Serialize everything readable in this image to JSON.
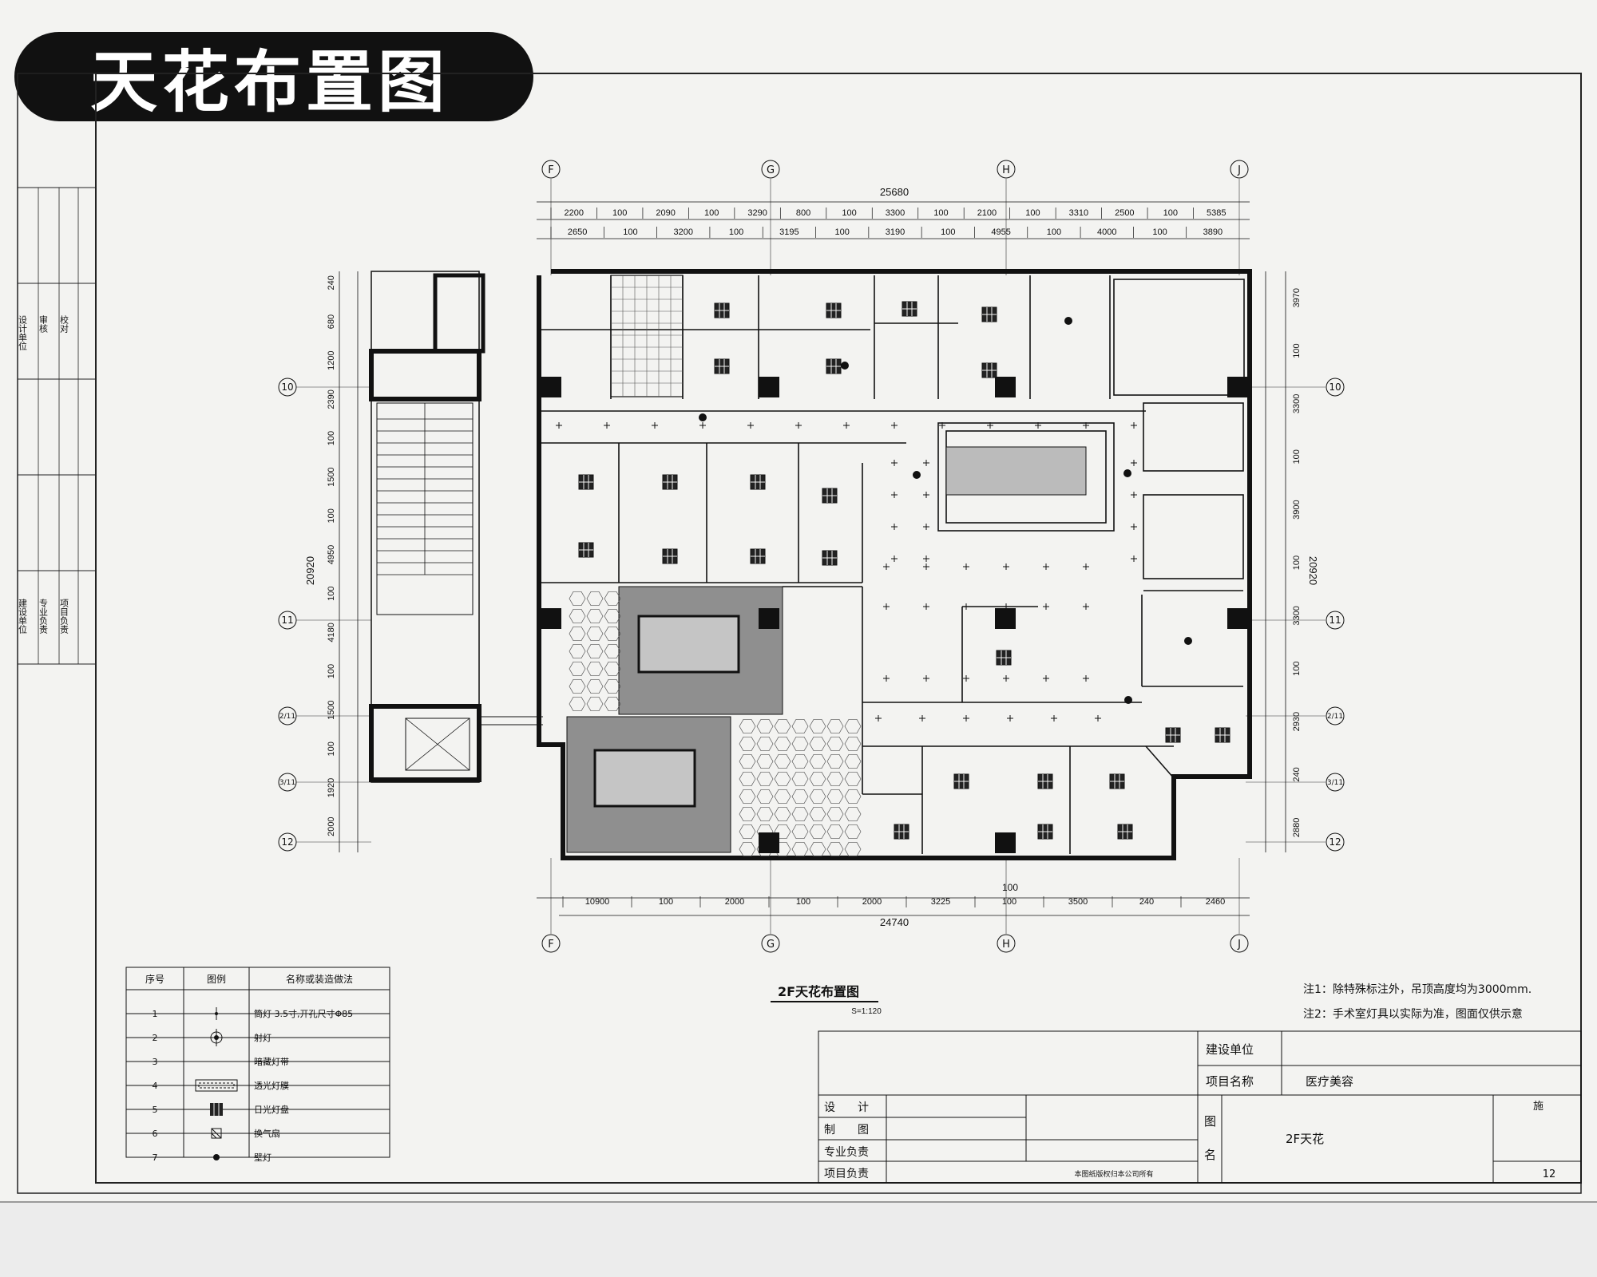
{
  "banner_title": "天花布置图",
  "axes": {
    "columns": [
      "F",
      "G",
      "H",
      "J"
    ],
    "rows": [
      "10",
      "11",
      "2/11",
      "3/11",
      "12"
    ]
  },
  "dimensions": {
    "top_total": "25680",
    "top_row1": [
      "2200",
      "100",
      "2090",
      "100",
      "3290",
      "800",
      "100",
      "3300",
      "100",
      "2100",
      "100",
      "3310",
      "2500",
      "100",
      "5385"
    ],
    "top_row2": [
      "2650",
      "100",
      "3200",
      "100",
      "3195",
      "100",
      "3190",
      "100",
      "4955",
      "100",
      "4000",
      "100",
      "3890"
    ],
    "bottom_row": [
      "10900",
      "100",
      "2000",
      "100",
      "2000",
      "3225",
      "100",
      "3500",
      "240",
      "2460"
    ],
    "bottom_total": "24740",
    "bottom_extra": "100",
    "left_total": "20920",
    "left_segments": [
      "240",
      "680",
      "1200",
      "2390",
      "100",
      "1500",
      "100",
      "4950",
      "100",
      "4180",
      "100",
      "1500",
      "100",
      "1920",
      "2000"
    ],
    "right_total": "20920",
    "right_segments": [
      "3970",
      "100",
      "3300",
      "100",
      "3900",
      "100",
      "3300",
      "100",
      "2930",
      "240",
      "2880"
    ]
  },
  "drawing_title": "2F天花布置图",
  "drawing_scale": "S=1:120",
  "legend": {
    "headers": [
      "序号",
      "图例",
      "名称或装造做法"
    ],
    "rows": [
      {
        "no": "1",
        "icon": "downlight-icon",
        "name": "筒灯  3.5寸,开孔尺寸Φ85"
      },
      {
        "no": "2",
        "icon": "spotlight-icon",
        "name": "射灯"
      },
      {
        "no": "3",
        "icon": "dashed-line-icon",
        "name": "暗藏灯带"
      },
      {
        "no": "4",
        "icon": "light-box-icon",
        "name": "透光灯膜"
      },
      {
        "no": "5",
        "icon": "grid-panel-icon",
        "name": "日光灯盘"
      },
      {
        "no": "6",
        "icon": "exhaust-fan-icon",
        "name": "换气扇"
      },
      {
        "no": "7",
        "icon": "dot-light-icon",
        "name": "壁灯"
      }
    ]
  },
  "notes": [
    "注1：除特殊标注外，吊顶高度均为3000mm.",
    "注2：手术室灯具以实际为准，图面仅供示意"
  ],
  "title_block": {
    "client_label": "建设单位",
    "client_value": "",
    "project_label": "项目名称",
    "project_value": "医疗美容",
    "design_label": "设　　计",
    "drafting_label": "制　　图",
    "specialty_label": "专业负责",
    "project_lead_label": "项目负责",
    "drawing_name_label_1": "图",
    "drawing_name_label_2": "名",
    "drawing_name_value": "2F天花",
    "copyright": "本图纸版权归本公司所有",
    "sheet_no": "12",
    "sheet_prefix": "施"
  },
  "side_strip": [
    "设计单位",
    "审核",
    "校对",
    "建设单位",
    "专业负责",
    "项目负责"
  ]
}
